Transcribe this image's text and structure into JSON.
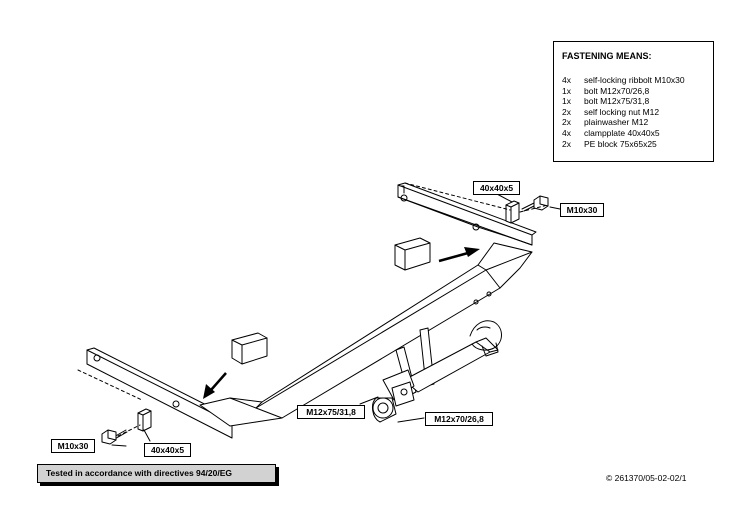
{
  "legend": {
    "title": "FASTENING MEANS:",
    "items": [
      {
        "qty": "4x",
        "text": "self-locking ribbolt M10x30"
      },
      {
        "qty": "1x",
        "text": "bolt M12x70/26,8"
      },
      {
        "qty": "1x",
        "text": "bolt M12x75/31,8"
      },
      {
        "qty": "2x",
        "text": "self locking nut M12"
      },
      {
        "qty": "2x",
        "text": "plainwasher M12"
      },
      {
        "qty": "4x",
        "text": "clampplate 40x40x5"
      },
      {
        "qty": "2x",
        "text": "PE block 75x65x25"
      }
    ]
  },
  "tags": {
    "clamp_top": "40x40x5",
    "bolt_top": "M10x30",
    "bolt_bottom": "M10x30",
    "clamp_bottom": "40x40x5",
    "bolt_mid": "M12x75/31,8",
    "bolt_ball": "M12x70/26,8"
  },
  "note": "Tested in accordance with directives 94/20/EG",
  "copyright": "© 261370/05-02-02/1"
}
